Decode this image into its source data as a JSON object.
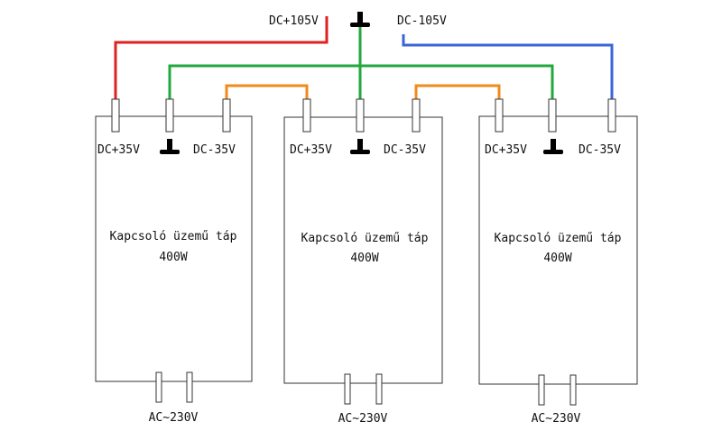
{
  "top": {
    "pos_label": "DC+105V",
    "neg_label": "DC-105V"
  },
  "supplies": [
    {
      "pos_label": "DC+35V",
      "neg_label": "DC-35V",
      "name": "Kapcsoló üzemű táp",
      "power": "400W",
      "ac_label": "AC~230V"
    },
    {
      "pos_label": "DC+35V",
      "neg_label": "DC-35V",
      "name": "Kapcsoló üzemű táp",
      "power": "400W",
      "ac_label": "AC~230V"
    },
    {
      "pos_label": "DC+35V",
      "neg_label": "DC-35V",
      "name": "Kapcsoló üzemű táp",
      "power": "400W",
      "ac_label": "AC~230V"
    }
  ],
  "colors": {
    "positive_wire": "#e02020",
    "negative_wire": "#3a66d8",
    "ground_wire": "#22a83c",
    "series_link": "#f08a1c"
  }
}
